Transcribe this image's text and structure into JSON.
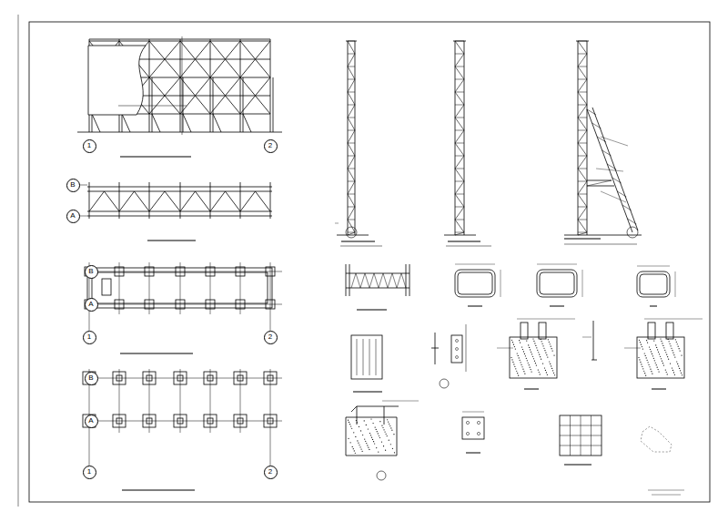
{
  "diagram": {
    "nodes": [
      {
        "text": [
          "1"
        ]
      },
      {
        "text": [
          "2"
        ]
      },
      {
        "text": [
          "B"
        ]
      },
      {
        "text": [
          "A"
        ]
      },
      {
        "text": [
          "B"
        ]
      },
      {
        "text": [
          "A"
        ]
      },
      {
        "text": [
          "1"
        ]
      },
      {
        "text": [
          "2"
        ]
      },
      {
        "text": [
          "B"
        ]
      },
      {
        "text": [
          "A"
        ]
      },
      {
        "text": [
          "1"
        ]
      },
      {
        "text": [
          "2"
        ]
      }
    ]
  }
}
